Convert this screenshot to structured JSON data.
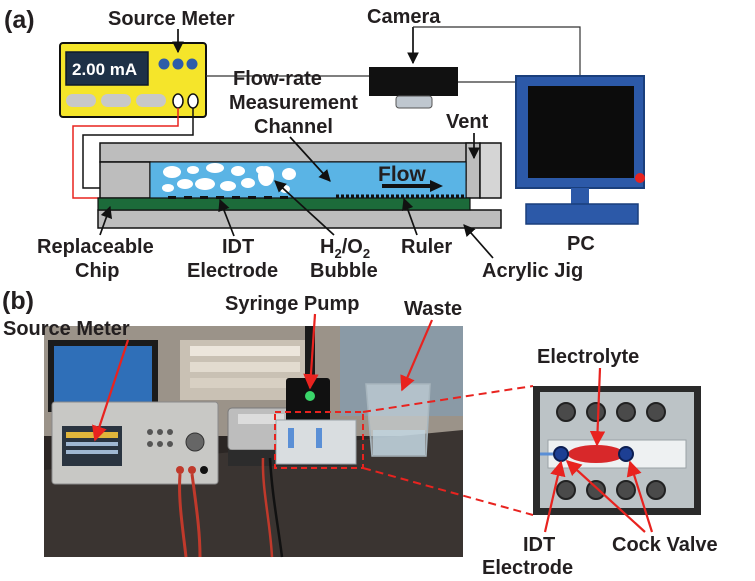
{
  "panel_a": {
    "label": "(a)",
    "source_meter": "Source Meter",
    "display": "2.00 mA",
    "camera": "Camera",
    "pc": "PC",
    "flow_channel": [
      "Flow-rate",
      "Measurement",
      "Channel"
    ],
    "vent": "Vent",
    "flow": "Flow",
    "chip": [
      "Replaceable",
      "Chip"
    ],
    "idt": [
      "IDT",
      "Electrode"
    ],
    "bubble": {
      "h": "H",
      "sub1": "2",
      "mid": "/O",
      "sub2": "2",
      "line2": "Bubble"
    },
    "ruler": "Ruler",
    "jig": "Acrylic Jig"
  },
  "panel_b": {
    "label": "(b)",
    "source_meter": "Source Meter",
    "syringe_pump": "Syringe Pump",
    "waste": "Waste",
    "electrolyte": "Electrolyte",
    "idt": [
      "IDT",
      "Electrode"
    ],
    "cock_valve": "Cock Valve"
  },
  "colors": {
    "meter_yellow": "#f5e52a",
    "water_blue": "#5ab4e5",
    "chip_green": "#1c6b3a",
    "gray_body": "#bdbdbd",
    "annotation_red": "#e8231f",
    "screen_blue": "#2c59a8"
  }
}
